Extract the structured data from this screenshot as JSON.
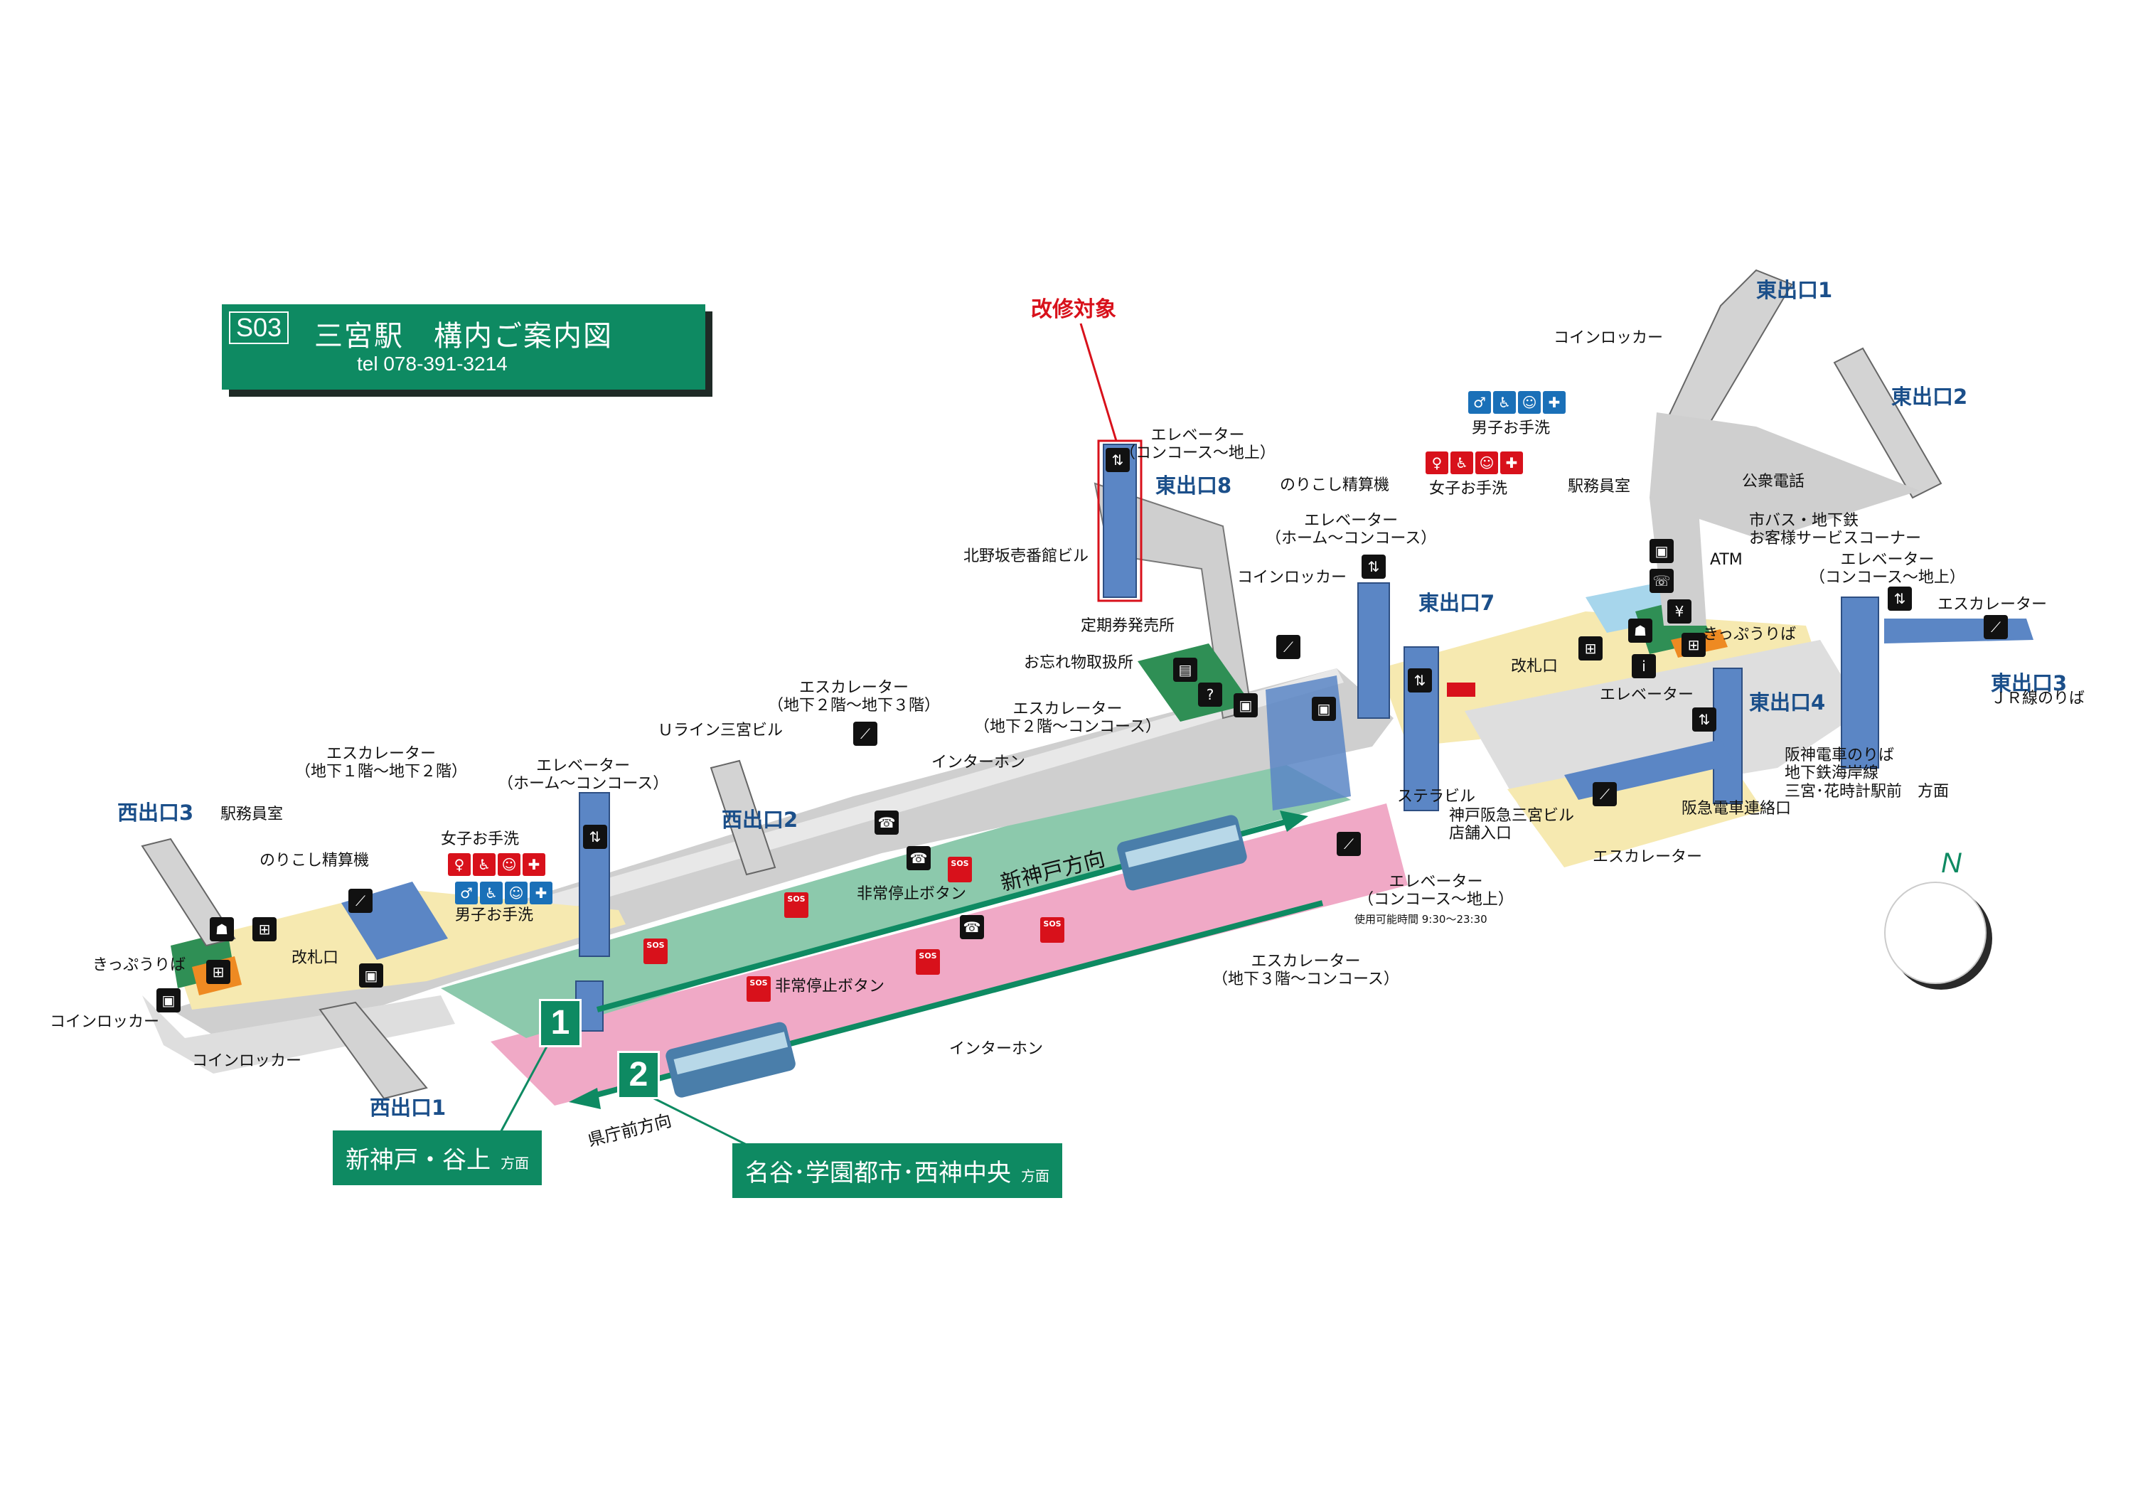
{
  "title": {
    "code": "S03",
    "name": "三宮駅　構内ご案内図",
    "tel": "tel 078-391-3214"
  },
  "renovation_label": "改修対象",
  "exits": {
    "west1": "西出口1",
    "west2": "西出口2",
    "west3": "西出口3",
    "east1": "東出口1",
    "east2": "東出口2",
    "east3": "東出口3",
    "east4": "東出口4",
    "east7": "東出口7",
    "east8": "東出口8"
  },
  "labels": {
    "elev_concourse_ground_top": "エレベーター\n（コンコース～地上）",
    "kitano_bldg": "北野坂壱番館ビル",
    "teiki": "定期券発売所",
    "wasuremono": "お忘れ物取扱所",
    "coin_locker_mid": "コインロッカー",
    "elev_home_concourse_mid": "エレベーター\n（ホーム～コンコース）",
    "norikoshi_east": "のりこし精算機",
    "women_wc_east": "女子お手洗",
    "men_wc_east": "男子お手洗",
    "station_office_east": "駅務員室",
    "coin_locker_east": "コインロッカー",
    "public_phone": "公衆電話",
    "bus_service": "市バス・地下鉄\nお客様サービスコーナー",
    "atm": "ATM",
    "elev_concourse_ground_east": "エレベーター\n（コンコース～地上）",
    "escalator_east": "エスカレーター",
    "kippu_east": "きっぷうりば",
    "kaisatsu_east": "改札口",
    "elevator_east": "エレベーター",
    "jr_line": "ＪＲ線のりば",
    "hanshin": "阪神電車のりば\n地下鉄海岸線\n三宮･花時計駅前　方面",
    "hankyu_exit": "阪急電車連絡口",
    "escalator_east_lower": "エスカレーター",
    "kobe_hankyu": "神戸阪急三宮ビル\n店舗入口",
    "stella": "ステラビル",
    "elev_concourse_ground_low": "エレベーター\n（コンコース～地上）",
    "elev_hours": "使用可能時間 9:30～23:30",
    "esc_b3_concourse": "エスカレーター\n（地下３階～コンコース）",
    "esc_b2_concourse": "エスカレーター\n（地下２階～コンコース）",
    "esc_b2_b3": "エスカレーター\n（地下２階～地下３階）",
    "intercom_top": "インターホン",
    "intercom_bottom": "インターホン",
    "emergency_top": "非常停止ボタン",
    "emergency_bottom": "非常停止ボタン",
    "uline": "Ｕライン三宮ビル",
    "elev_home_concourse_west": "エレベーター\n（ホーム～コンコース）",
    "esc_b1_b2": "エスカレーター\n（地下１階～地下２階）",
    "station_office_west": "駅務員室",
    "norikoshi_west": "のりこし精算機",
    "women_wc_west": "女子お手洗",
    "men_wc_west": "男子お手洗",
    "kaisatsu_west": "改札口",
    "kippu_west": "きっぷうりば",
    "coin_locker_west1": "コインロッカー",
    "coin_locker_west2": "コインロッカー",
    "dir_shinkobe": "新神戸方向",
    "dir_kenchomae": "県庁前方向"
  },
  "platforms": {
    "one": "1",
    "two": "2"
  },
  "directions": {
    "track1_main": "新神戸・谷上",
    "track1_suffix": "方面",
    "track2_main": "名谷･学園都市･西神中央",
    "track2_suffix": "方面"
  },
  "compass": "N",
  "colors": {
    "green": "#0e8a62",
    "pink": "#f0a9c6",
    "concourse": "#f6e9b0",
    "platform": "#8cc9ac",
    "blue": "#5b86c5",
    "red": "#d8111b"
  }
}
